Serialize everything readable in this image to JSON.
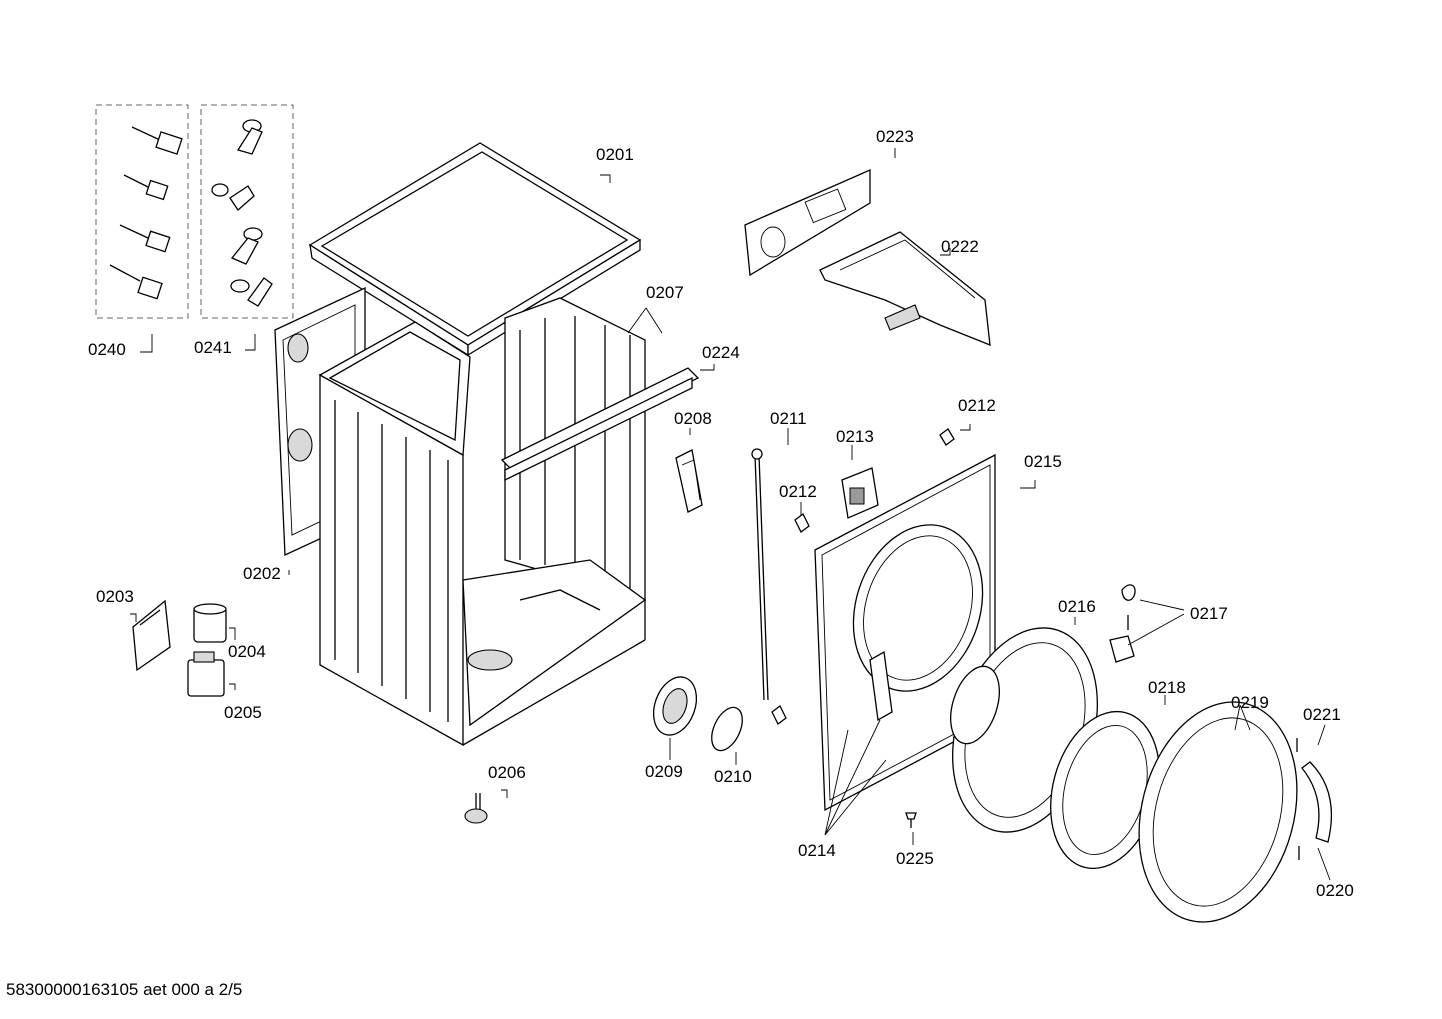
{
  "labels": {
    "p0201": "0201",
    "p0202": "0202",
    "p0203": "0203",
    "p0204": "0204",
    "p0205": "0205",
    "p0206": "0206",
    "p0207": "0207",
    "p0208": "0208",
    "p0209": "0209",
    "p0210": "0210",
    "p0211": "0211",
    "p0212a": "0212",
    "p0212b": "0212",
    "p0213": "0213",
    "p0214": "0214",
    "p0215": "0215",
    "p0216": "0216",
    "p0217": "0217",
    "p0218": "0218",
    "p0219": "0219",
    "p0220": "0220",
    "p0221": "0221",
    "p0222": "0222",
    "p0223": "0223",
    "p0224": "0224",
    "p0225": "0225",
    "p0240": "0240",
    "p0241": "0241"
  },
  "footer_text": "58300000163105 aet 000 a 2/5"
}
